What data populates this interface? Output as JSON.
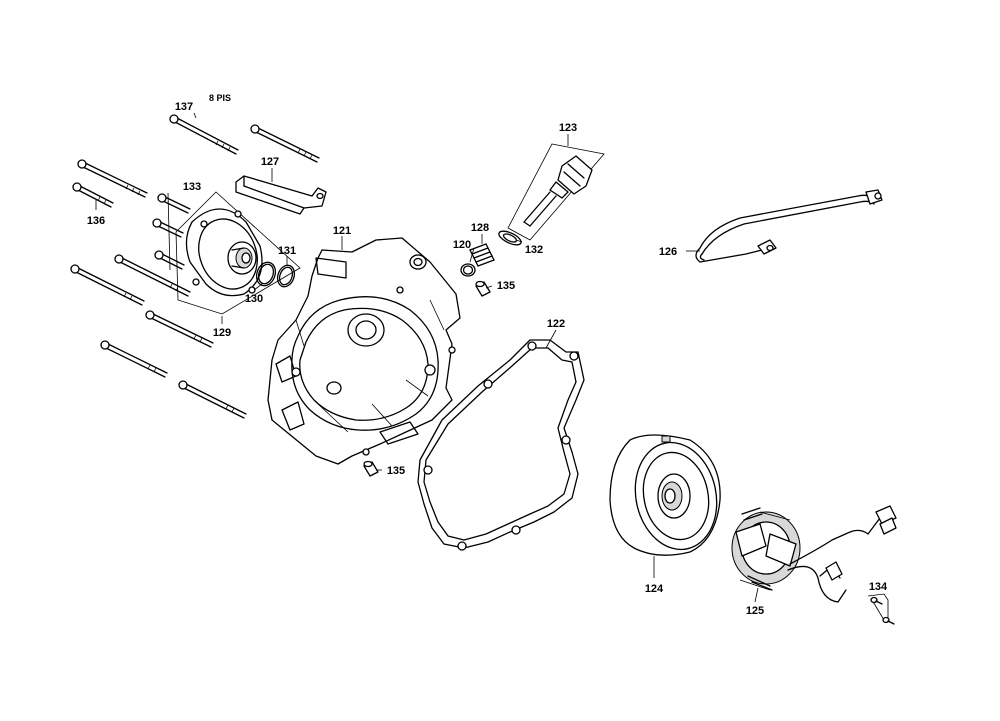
{
  "diagram": {
    "background": "#ffffff",
    "ink": "#000000",
    "labels": {
      "p137": "137",
      "p137_note": "8 PIS",
      "p127": "127",
      "p133": "133",
      "p136": "136",
      "p131": "131",
      "p130": "130",
      "p129": "129",
      "p121": "121",
      "p123": "123",
      "p128": "128",
      "p120": "120",
      "p132": "132",
      "p135_top": "135",
      "p126": "126",
      "p122": "122",
      "p135_bottom": "135",
      "p124": "124",
      "p125": "125",
      "p134": "134"
    }
  }
}
